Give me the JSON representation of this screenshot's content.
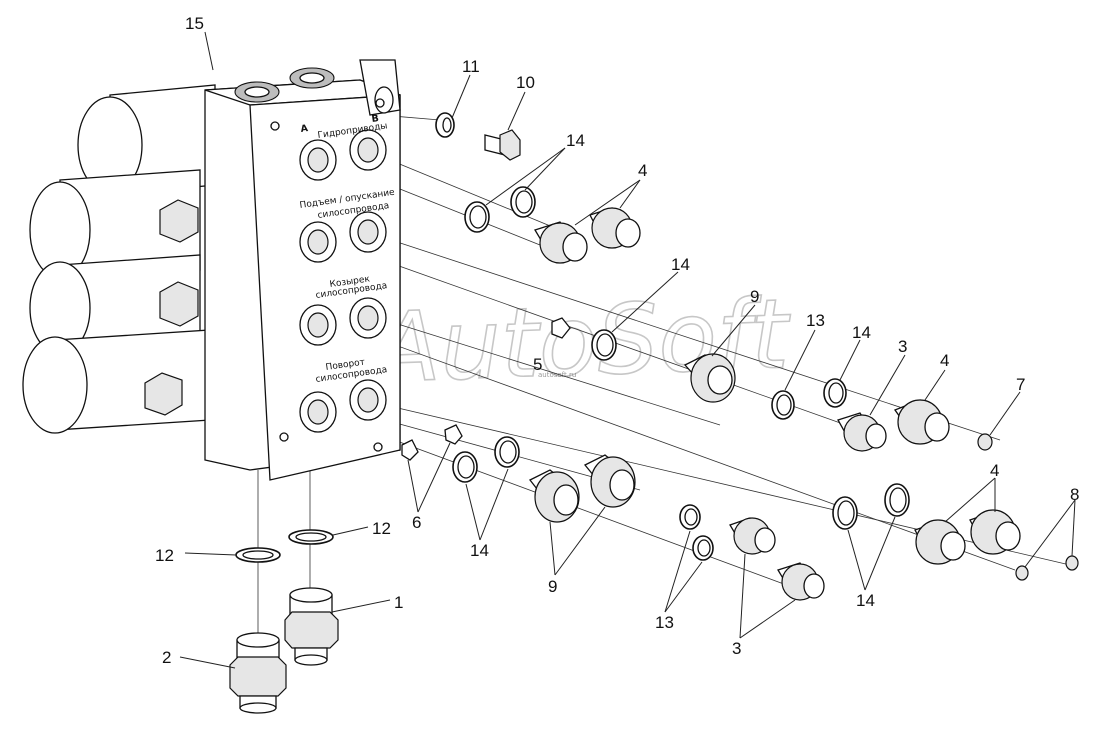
{
  "diagram": {
    "block_labels": {
      "port_a": "А",
      "port_b": "В",
      "hydroactuators": "Гидроприводы",
      "lift_line1": "Подъем / опускание",
      "lift_line2": "силосопровода",
      "visor_line1": "Козырек",
      "visor_line2": "силосопровода",
      "turn_line1": "Поворот",
      "turn_line2": "силосопровода"
    },
    "watermark": "AutoSoft",
    "watermark_small": "autosoft.ru",
    "callouts": {
      "c15": "15",
      "c11": "11",
      "c10": "10",
      "c14a": "14",
      "c4a": "4",
      "c14b": "14",
      "c9a": "9",
      "c13a": "13",
      "c14c": "14",
      "c3a": "3",
      "c4b": "4",
      "c7": "7",
      "c5": "5",
      "c4c": "4",
      "c8": "8",
      "c6": "6",
      "c12a": "12",
      "c12b": "12",
      "c14d": "14",
      "c9b": "9",
      "c13b": "13",
      "c14e": "14",
      "c1": "1",
      "c2": "2",
      "c3b": "3"
    }
  }
}
